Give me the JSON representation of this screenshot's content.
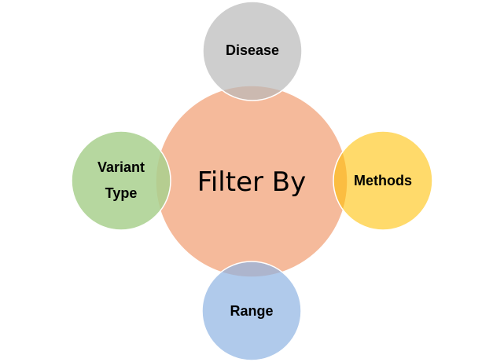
{
  "diagram": {
    "center": {
      "label": "Filter By",
      "color": "#f4b08d"
    },
    "nodes": [
      {
        "id": "disease",
        "lines": [
          "Disease"
        ],
        "color": "#b9b9b9"
      },
      {
        "id": "methods",
        "lines": [
          "Methods"
        ],
        "color": "#ffc000"
      },
      {
        "id": "range",
        "lines": [
          "Range"
        ],
        "color": "#8eb4e3"
      },
      {
        "id": "variant-type",
        "lines": [
          "Variant",
          "Type"
        ],
        "color": "#a9d08e"
      }
    ]
  }
}
